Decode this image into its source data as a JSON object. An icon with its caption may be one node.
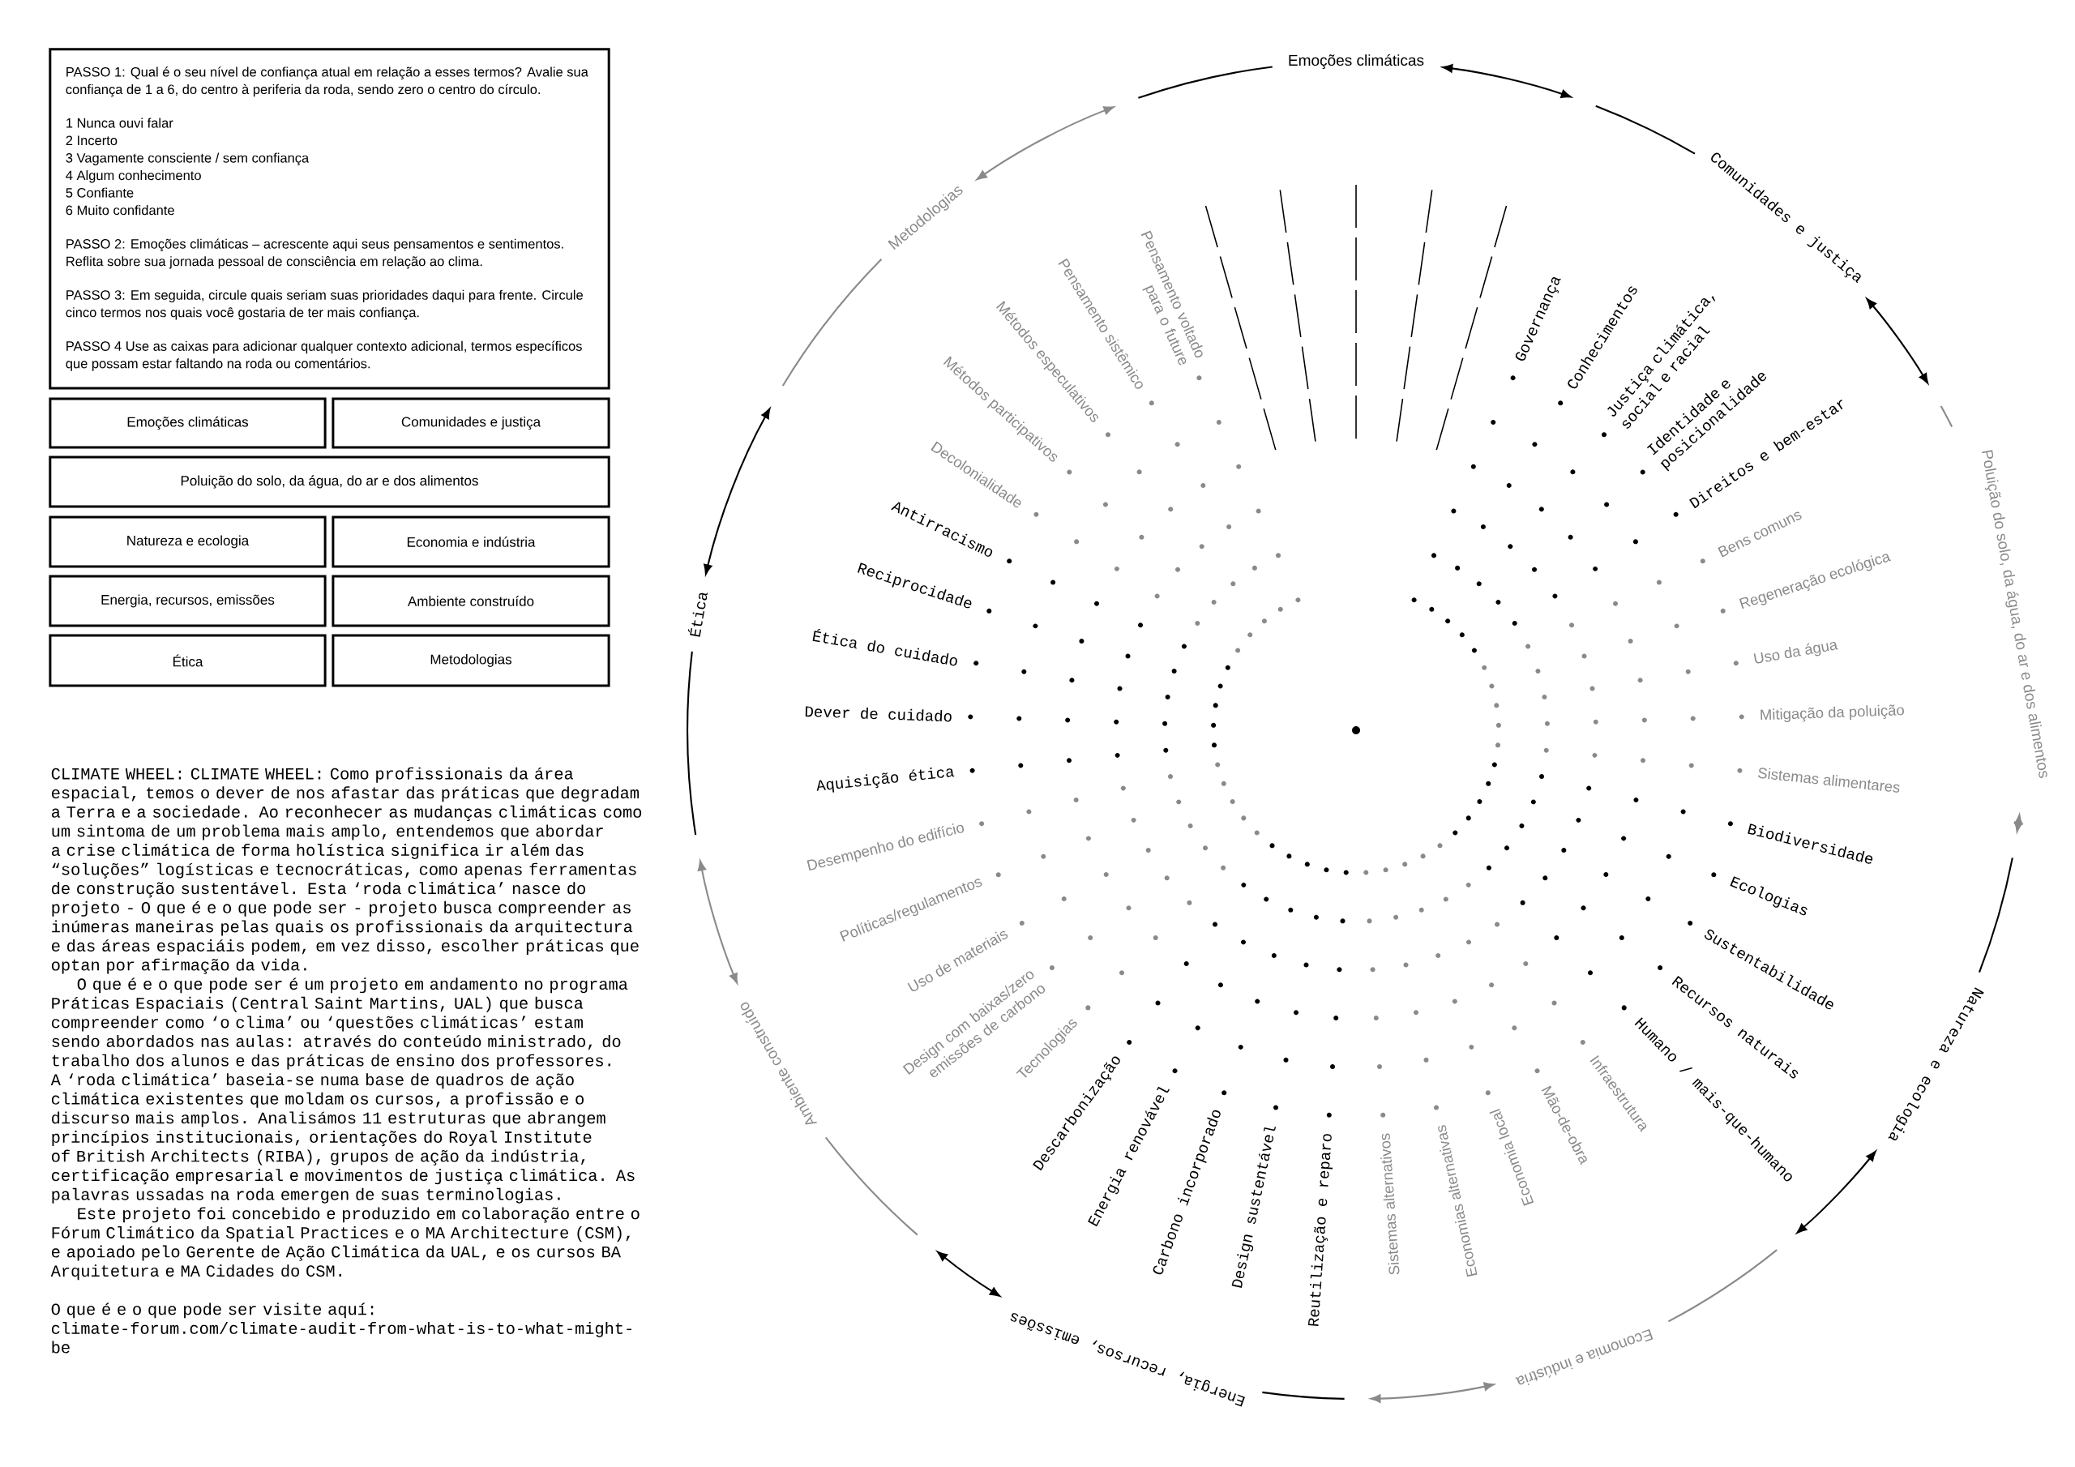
{
  "diagram": {
    "nodes": [
      {
        "text": [
          "PASSO 1: Qual é o seu nível de confiança atual em relação a esses termos? Avalie sua confiança de 1 a 6, do centro à periferia da roda, sendo zero o centro do círculo.",
          "1 Nunca ouvi falar",
          "2 Incerto",
          "3 Vagamente consciente / sem confiança",
          "4 Algum conhecimento",
          "5 Confiante",
          "6 Muito confidante",
          "PASSO 2: Emoções climáticas – acrescente aqui seus pensamentos e sentimentos. Reflita sobre sua jornada pessoal de consciência em relação ao clima.",
          "PASSO 3: Em seguida, circule quais seriam suas prioridades daqui para frente. Circule cinco termos nos quais você gostaria de ter mais confiança.",
          "PASSO 4 Use as caixas para adicionar qualquer contexto adicional, termos específicos que possam estar faltando na roda ou comentários."
        ]
      },
      {
        "text": [
          "Emoções climáticas"
        ]
      },
      {
        "text": [
          "Comunidades e justiça"
        ]
      },
      {
        "text": [
          "Poluição do solo, da água, do ar e dos alimentos"
        ]
      },
      {
        "text": [
          "Natureza e ecologia"
        ]
      },
      {
        "text": [
          "Economia e indústria"
        ]
      },
      {
        "text": [
          "Energia, recursos, emissões"
        ]
      },
      {
        "text": [
          "Ambiente construído"
        ]
      },
      {
        "text": [
          "Ética"
        ]
      },
      {
        "text": [
          "Metodologias"
        ]
      }
    ],
    "labels": [
      "CLIMATE WHEEL: CLIMATE WHEEL: Como profissionais da área espacial, temos o dever de nos afastar das práticas que degradam a Terra e a sociedade. Ao reconhecer as mudanças climáticas como um sintoma de um problema mais amplo, entendemos que abordar a crise climática de forma holística significa ir além das “soluções” logísticas e tecnocráticas, como apenas ferramentas de construção sustentável. Esta ‘roda climática’ nasce do projeto - O que é e o que pode ser - projeto busca compreender as inúmeras maneiras pelas quais os profissionais da arquitectura e das áreas espaciáis podem, em vez disso, escolher práticas que optan por afirmação da vida.",
      "O que é e o que pode ser é um projeto em andamento no programa Práticas Espaciais (Central Saint Martins, UAL) que busca compreender como ‘o clima’ ou ‘questões climáticas’ estam sendo abordados nas aulas: através do conteúdo ministrado, do trabalho dos alunos e das práticas de ensino dos professores. A ‘roda climática’ baseia-se numa base de quadros de ação climática existentes que moldam os cursos, a profissão e o discurso mais amplos. Analisámos 11 estruturas que abrangem princípios institucionais, orientações do Royal Institute of British Architects (RIBA), grupos de ação da indústria, certificação empresarial e movimentos de justiça climática. As palavras ussadas na roda emergen de suas terminologias.",
      "Este projeto foi concebido e produzido em colaboração entre o Fórum Climático da Spatial Practices e o MA Architecture (CSM), e apoiado pelo Gerente de Ação Climática da UAL, e os cursos BA Arquitetura e MA Cidades do CSM.",
      "O que é e o que pode ser visite aquí:",
      "climate-forum.com/climate-audit-from-what-is-to-what-might-be",
      "Emoções climáticas",
      "Comunidades e justiça",
      "Governança",
      "Conhecimentos",
      "Justiça climática, social e racial",
      "Identidade e posicionalidade",
      "Direitos e bem-estar",
      "Poluição do solo, da água, do ar e dos alimentos",
      "Bens comuns",
      "Regeneração ecológica",
      "Uso da água",
      "Mitigação da poluição",
      "Sistemas alimentares",
      "Natureza e ecologia",
      "Biodiversidade",
      "Ecologias",
      "Sustentabilidade",
      "Recursos naturais",
      "Humano / mais-que-humano",
      "Economia e indústria",
      "Infraestrutura",
      "Mão-de-obra",
      "Economia local",
      "Economias alternativas",
      "Sistemas alternativos",
      "Energia, recursos, emissões",
      "Reutilização e reparo",
      "Design sustentável",
      "Carbono incorporado",
      "Energia renovável",
      "Descarbonização",
      "Ambiente construído",
      "Tecnologias",
      "Design com baixas/zero emissões de carbono",
      "Uso de materiais",
      "Políticas/regulamentos",
      "Desempenho do edifício",
      "Ética",
      "Aquisição ética",
      "Dever de cuidado",
      "Ética do cuidado",
      "Reciprocidade",
      "Antirracismo",
      "Metodologias",
      "Decolonialidade",
      "Métodos participativos",
      "Métodos especulativos",
      "Pensamento sistêmico",
      "Pensamento voltado para o future"
    ]
  }
}
